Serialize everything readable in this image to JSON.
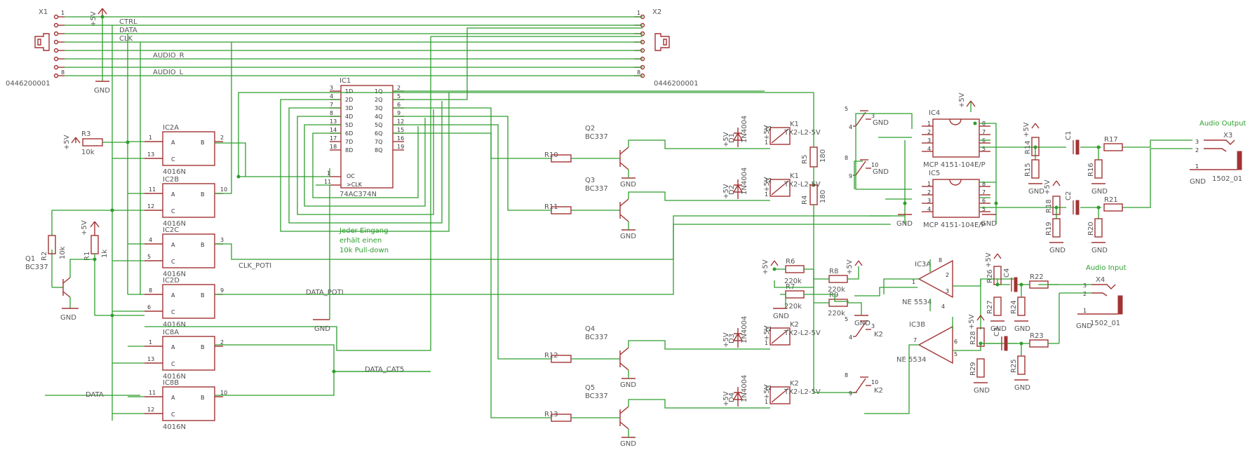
{
  "connectors": {
    "x1": {
      "ref": "X1",
      "part": "0446200001"
    },
    "x2": {
      "ref": "X2",
      "part": "0446200001"
    },
    "pin_first": "1",
    "pin_last": "8"
  },
  "bus": {
    "ctrl": "CTRL",
    "data": "DATA",
    "clk": "CLK",
    "audio_r": "AUDIO_R",
    "audio_l": "AUDIO_L",
    "v5": "+5V",
    "gnd": "GND"
  },
  "gates": [
    {
      "ref": "IC2A",
      "part": "4016N",
      "pin_a": "1",
      "pin_b": "2",
      "pin_c": "13",
      "A": "A",
      "B": "B",
      "C": "C"
    },
    {
      "ref": "IC2B",
      "part": "4016N",
      "pin_a": "11",
      "pin_b": "10",
      "pin_c": "12",
      "A": "A",
      "B": "B",
      "C": "C"
    },
    {
      "ref": "IC2C",
      "part": "4016N",
      "pin_a": "4",
      "pin_b": "3",
      "pin_c": "5",
      "A": "A",
      "B": "B",
      "C": "C"
    },
    {
      "ref": "IC2D",
      "part": "4016N",
      "pin_a": "8",
      "pin_b": "9",
      "pin_c": "6",
      "A": "A",
      "B": "B",
      "C": "C"
    },
    {
      "ref": "IC8A",
      "part": "4016N",
      "pin_a": "1",
      "pin_b": "2",
      "pin_c": "13",
      "A": "A",
      "B": "B",
      "C": "C"
    },
    {
      "ref": "IC8B",
      "part": "4016N",
      "pin_a": "11",
      "pin_b": "10",
      "pin_c": "12",
      "A": "A",
      "B": "B",
      "C": "C"
    }
  ],
  "latch": {
    "ref": "IC1",
    "part": "74AC374N",
    "d_pins": [
      "1D",
      "2D",
      "3D",
      "4D",
      "5D",
      "6D",
      "7D",
      "8D"
    ],
    "q_pins": [
      "1Q",
      "2Q",
      "3Q",
      "4Q",
      "5Q",
      "6Q",
      "7Q",
      "8Q"
    ],
    "d_nums": [
      "3",
      "4",
      "7",
      "8",
      "13",
      "14",
      "17",
      "18"
    ],
    "q_nums": [
      "2",
      "5",
      "6",
      "9",
      "12",
      "15",
      "16",
      "19"
    ],
    "oc": "OC",
    "clk": ">CLK",
    "oc_num": "1",
    "clk_num": "11"
  },
  "note": [
    "Jeder Eingang",
    "erhält einen",
    "10k Pull-down"
  ],
  "nets": {
    "clk_poti": "CLK_POTI",
    "data_poti": "DATA_POTI",
    "data_cat5": "DATA_CAT5",
    "data_in": "DATA"
  },
  "resistors": {
    "r1": "R1",
    "r1v": "1k",
    "r2": "R2",
    "r2v": "10k",
    "r3": "R3",
    "r3v": "10k",
    "r4": "R4",
    "r4v": "180",
    "r5": "R5",
    "r5v": "180",
    "r6": "R6",
    "r6v": "220k",
    "r7": "R7",
    "r7v": "220k",
    "r8": "R8",
    "r8v": "220k",
    "r9": "R9",
    "r9v": "220k",
    "r10": "R10",
    "r11": "R11",
    "r12": "R12",
    "r13": "R13",
    "r14": "R14",
    "r15": "R15",
    "r16": "R16",
    "r17": "R17",
    "r18": "R18",
    "r19": "R19",
    "r20": "R20",
    "r21": "R21",
    "r22": "R22",
    "r23": "R23",
    "r24": "R24",
    "r25": "R25",
    "r26": "R26",
    "r27": "R27",
    "r28": "R28",
    "r29": "R29"
  },
  "transistors": {
    "q1": "Q1",
    "q2": "Q2",
    "q3": "Q3",
    "q4": "Q4",
    "q5": "Q5",
    "type": "BC337"
  },
  "relays": {
    "k1": "K1",
    "k2": "K2",
    "type": "TX2-L2-5V",
    "diode": "1N4004",
    "coil_pins": [
      "12",
      "1"
    ],
    "contact_pins": [
      "5",
      "4",
      "3",
      "8",
      "9",
      "10"
    ],
    "d1": "D1",
    "d2": "D2",
    "d3": "D3",
    "d4": "D4"
  },
  "pots": {
    "ic4": "IC4",
    "ic5": "IC5",
    "part": "MCP 4151-104E/P",
    "pins_left": [
      "1",
      "2",
      "3",
      "4"
    ],
    "pins_right": [
      "8",
      "7",
      "6",
      "5"
    ]
  },
  "opamps": {
    "ic3a": "IC3A",
    "ic3b": "IC3B",
    "part": "NE 5534",
    "pa": [
      "2",
      "3",
      "1",
      "4",
      "8"
    ],
    "pb": [
      "7",
      "6",
      "5"
    ]
  },
  "caps": {
    "c1": "C1",
    "c2": "C2",
    "c3": "C3",
    "c4": "C4"
  },
  "jacks": {
    "x3": "X3",
    "x4": "X4",
    "part": "1502_01",
    "out_title": "Audio Output",
    "in_title": "Audio Input",
    "pins": [
      "3",
      "2",
      "1"
    ]
  }
}
